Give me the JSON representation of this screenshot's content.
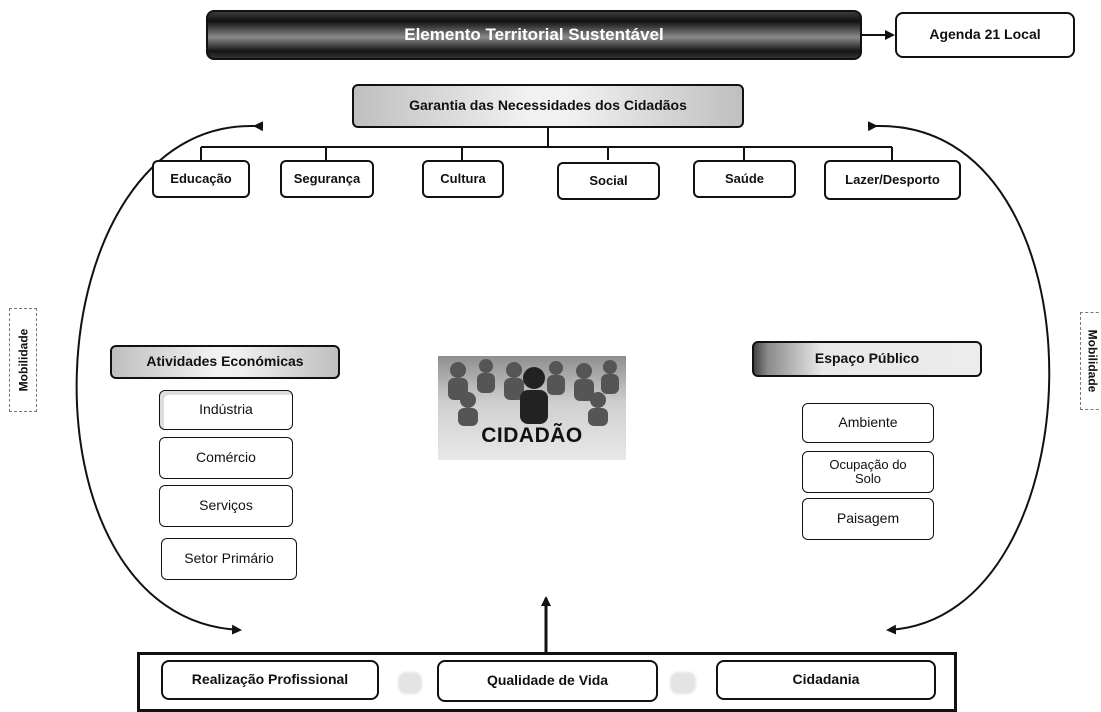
{
  "top": {
    "title": "Elemento Territorial Sustentável",
    "agenda": "Agenda 21 Local"
  },
  "needs": {
    "title": "Garantia das Necessidades dos Cidadãos",
    "items": [
      "Educação",
      "Segurança",
      "Cultura",
      "Social",
      "Saúde",
      "Lazer/Desporto"
    ]
  },
  "side": {
    "left": "Mobilidade",
    "right": "Mobilidade"
  },
  "economic": {
    "title": "Atividades Económicas",
    "items": [
      "Indústria",
      "Comércio",
      "Serviços",
      "Setor Primário"
    ]
  },
  "public_space": {
    "title": "Espaço Público",
    "items": [
      "Ambiente",
      "Ocupação do Solo",
      "Paisagem"
    ]
  },
  "center": {
    "caption": "CIDADÃO"
  },
  "bottom": {
    "items": [
      "Realização Profissional",
      "Qualidade de Vida",
      "Cidadania"
    ]
  }
}
